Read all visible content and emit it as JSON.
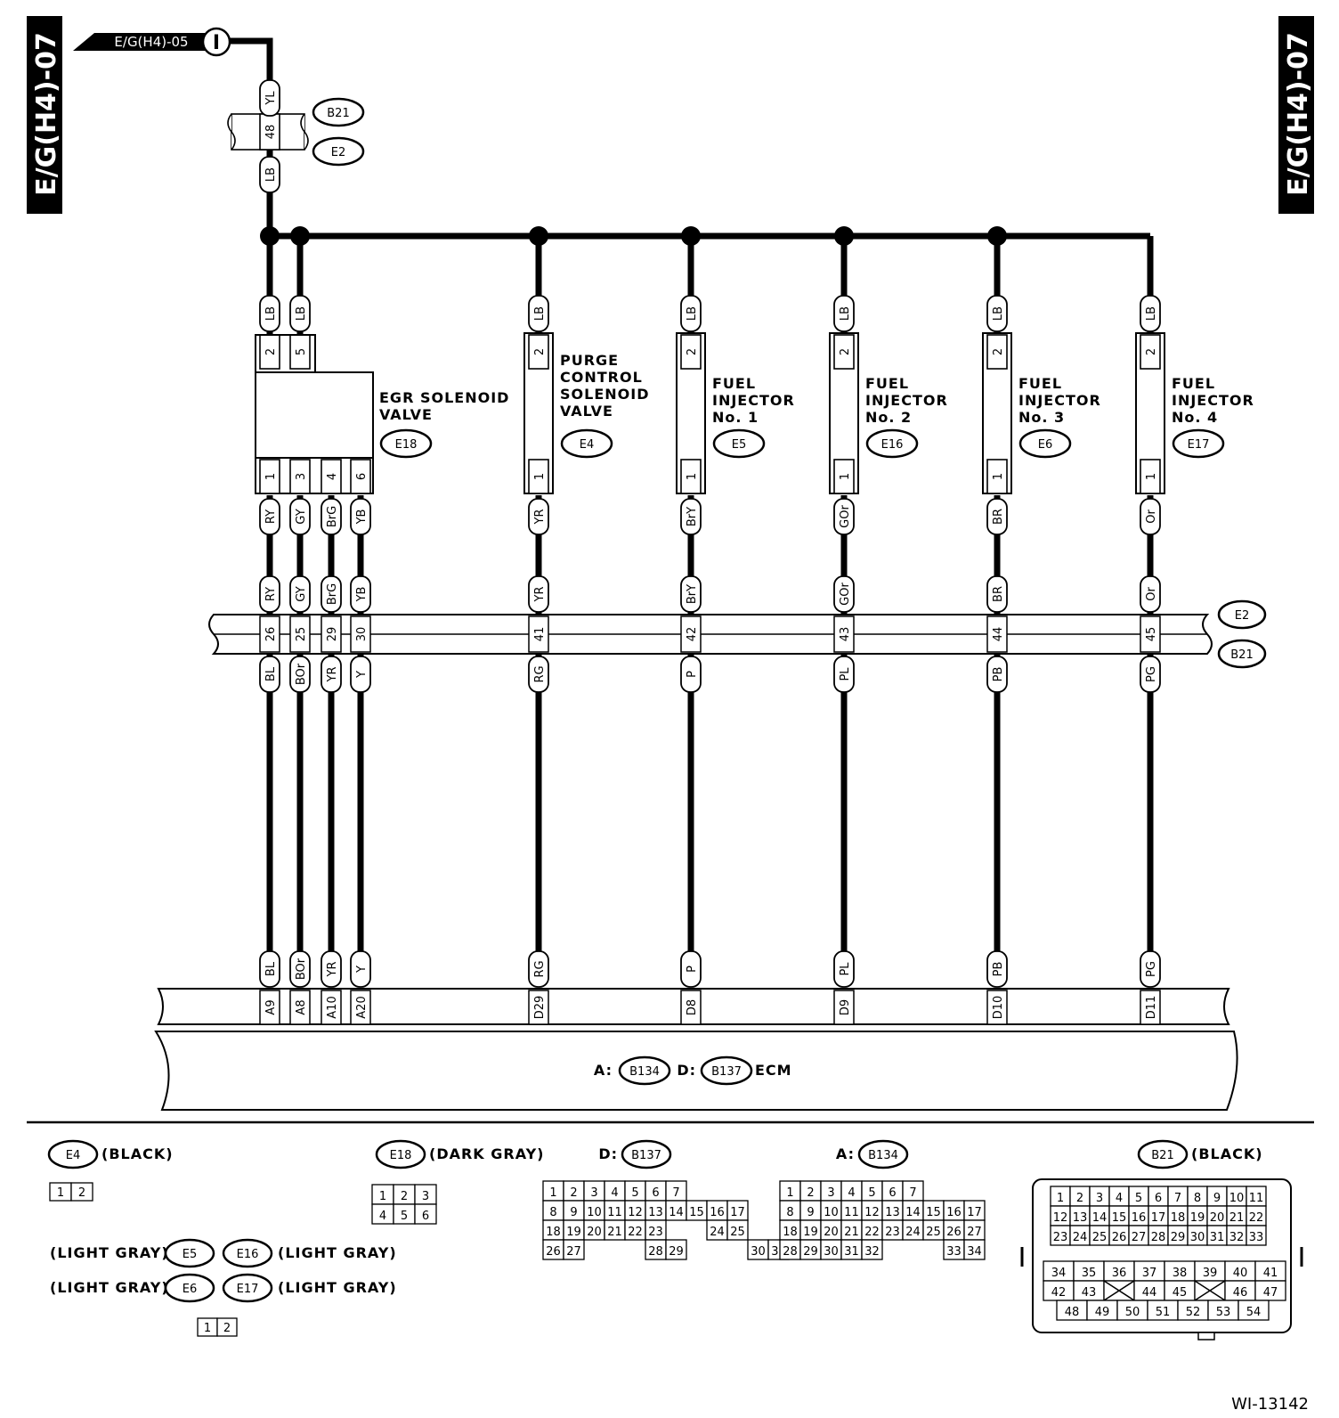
{
  "side_title": "E/G(H4)-07",
  "ref_arrow": "E/G(H4)-05",
  "ref_circle": "I",
  "top_connector": {
    "upper_wire": "YL",
    "pin": "48",
    "lower_wire": "LB",
    "conn_a": "B21",
    "conn_b": "E2"
  },
  "devices": [
    {
      "id": "egr",
      "name_lines": [
        "EGR SOLENOID",
        "VALVE"
      ],
      "code": "E18",
      "top": [
        {
          "wire": "LB",
          "pin": "2"
        },
        {
          "wire": "LB",
          "pin": "5"
        }
      ],
      "bottom": [
        {
          "pin": "1",
          "wire": "RY",
          "joint": "26",
          "ecm_wire": "BL",
          "ecm_pin": "A9"
        },
        {
          "pin": "3",
          "wire": "GY",
          "joint": "25",
          "ecm_wire": "BOr",
          "ecm_pin": "A8"
        },
        {
          "pin": "4",
          "wire": "BrG",
          "joint": "29",
          "ecm_wire": "YR",
          "ecm_pin": "A10"
        },
        {
          "pin": "6",
          "wire": "YB",
          "joint": "30",
          "ecm_wire": "Y",
          "ecm_pin": "A20"
        }
      ]
    },
    {
      "id": "purge",
      "name_lines": [
        "PURGE",
        "CONTROL",
        "SOLENOID",
        "VALVE"
      ],
      "code": "E4",
      "top": [
        {
          "wire": "LB",
          "pin": "2"
        }
      ],
      "bottom": [
        {
          "pin": "1",
          "wire": "YR",
          "joint": "41",
          "ecm_wire": "RG",
          "ecm_pin": "D29"
        }
      ]
    },
    {
      "id": "inj1",
      "name_lines": [
        "FUEL",
        "INJECTOR",
        "No. 1"
      ],
      "code": "E5",
      "top": [
        {
          "wire": "LB",
          "pin": "2"
        }
      ],
      "bottom": [
        {
          "pin": "1",
          "wire": "BrY",
          "joint": "42",
          "ecm_wire": "P",
          "ecm_pin": "D8"
        }
      ]
    },
    {
      "id": "inj2",
      "name_lines": [
        "FUEL",
        "INJECTOR",
        "No. 2"
      ],
      "code": "E16",
      "top": [
        {
          "wire": "LB",
          "pin": "2"
        }
      ],
      "bottom": [
        {
          "pin": "1",
          "wire": "GOr",
          "joint": "43",
          "ecm_wire": "PL",
          "ecm_pin": "D9"
        }
      ]
    },
    {
      "id": "inj3",
      "name_lines": [
        "FUEL",
        "INJECTOR",
        "No. 3"
      ],
      "code": "E6",
      "top": [
        {
          "wire": "LB",
          "pin": "2"
        }
      ],
      "bottom": [
        {
          "pin": "1",
          "wire": "BR",
          "joint": "44",
          "ecm_wire": "PB",
          "ecm_pin": "D10"
        }
      ]
    },
    {
      "id": "inj4",
      "name_lines": [
        "FUEL",
        "INJECTOR",
        "No. 4"
      ],
      "code": "E17",
      "top": [
        {
          "wire": "LB",
          "pin": "2"
        }
      ],
      "bottom": [
        {
          "pin": "1",
          "wire": "Or",
          "joint": "45",
          "ecm_wire": "PG",
          "ecm_pin": "D11"
        }
      ]
    }
  ],
  "joint_bar": {
    "conn_a": "E2",
    "conn_b": "B21"
  },
  "ecm": {
    "a_prefix": "A:",
    "a_code": "B134",
    "d_prefix": "D:",
    "d_code": "B137",
    "label": "ECM"
  },
  "legend": {
    "e4": {
      "code": "E4",
      "color": "(BLACK)",
      "pins": [
        "1",
        "2"
      ]
    },
    "e18": {
      "code": "E18",
      "color": "(DARK GRAY)",
      "pins": [
        "1",
        "2",
        "3",
        "4",
        "5",
        "6"
      ]
    },
    "d": {
      "prefix": "D:",
      "code": "B137",
      "rows": [
        [
          "1",
          "2",
          "3",
          "4",
          "5",
          "6",
          "7"
        ],
        [
          "8",
          "9",
          "10",
          "11",
          "12",
          "13",
          "14",
          "15",
          "16",
          "17"
        ],
        [
          "18",
          "19",
          "20",
          "21",
          "22",
          "23",
          "24",
          "25"
        ],
        [
          "26",
          "27",
          "28",
          "29",
          "30",
          "31"
        ]
      ]
    },
    "a": {
      "prefix": "A:",
      "code": "B134",
      "rows": [
        [
          "1",
          "2",
          "3",
          "4",
          "5",
          "6",
          "7"
        ],
        [
          "8",
          "9",
          "10",
          "11",
          "12",
          "13",
          "14",
          "15",
          "16",
          "17"
        ],
        [
          "18",
          "19",
          "20",
          "21",
          "22",
          "23",
          "24",
          "25",
          "26",
          "27"
        ],
        [
          "28",
          "29",
          "30",
          "31",
          "32",
          "33",
          "34"
        ]
      ]
    },
    "b21": {
      "code": "B21",
      "color": "(BLACK)",
      "rows": [
        [
          "1",
          "2",
          "3",
          "4",
          "5",
          "6",
          "7",
          "8",
          "9",
          "10",
          "11"
        ],
        [
          "12",
          "13",
          "14",
          "15",
          "16",
          "17",
          "18",
          "19",
          "20",
          "21",
          "22"
        ],
        [
          "23",
          "24",
          "25",
          "26",
          "27",
          "28",
          "29",
          "30",
          "31",
          "32",
          "33"
        ],
        [
          "34",
          "35",
          "36",
          "37",
          "38",
          "39",
          "40",
          "41"
        ],
        [
          "42",
          "43",
          "",
          "44",
          "45",
          "",
          "46",
          "47"
        ],
        [
          "48",
          "49",
          "50",
          "51",
          "52",
          "53",
          "54"
        ]
      ]
    },
    "inj": {
      "lg": "(LIGHT GRAY)",
      "codes": [
        "E5",
        "E16",
        "E6",
        "E17"
      ],
      "pins": [
        "1",
        "2"
      ]
    }
  },
  "footer_code": "WI-13142"
}
